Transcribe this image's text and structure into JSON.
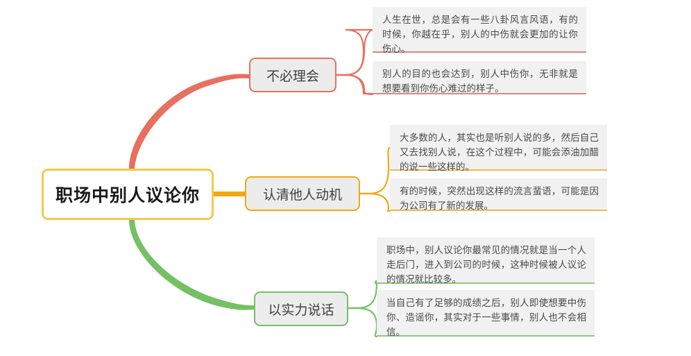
{
  "mindmap": {
    "root": {
      "label": "职场中别人议论你",
      "border_color": "#F2C94C"
    },
    "branches": [
      {
        "label": "不必理会",
        "color": "#E8705F",
        "leaves": [
          "人生在世，总是会有一些八卦风言风语，有的时候，你越在乎，别人的中伤就会更加的让你伤心。",
          "别人的目的也会达到，别人中伤你，无非就是想要看到你伤心难过的样子。"
        ]
      },
      {
        "label": "认清他人动机",
        "color": "#EFA816",
        "leaves": [
          "大多数的人，其实也是听别人说的多，然后自己又去找别人说，在这个过程中，可能会添油加醋的说一些这样的。",
          "有的时候，突然出现这样的流言蜚语，可能是因为公司有了新的发展。"
        ]
      },
      {
        "label": "以实力说话",
        "color": "#74C163",
        "leaves": [
          "职场中，别人议论你最常见的情况就是当一个人走后门，进入到公司的时候，这种时候被人议论的情况就比较多。",
          "当自己有了足够的成绩之后，别人即使想要中伤你、造谣你，其实对于一些事情，别人也不会相信。"
        ]
      }
    ]
  }
}
